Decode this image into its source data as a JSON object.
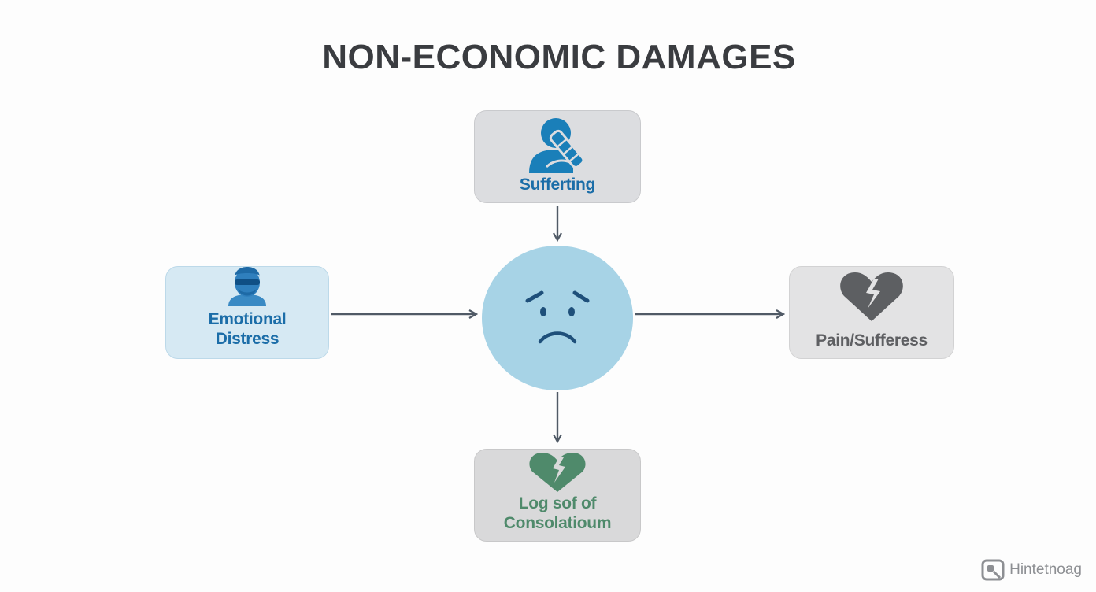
{
  "title": "NON-ECONOMIC DAMAGES",
  "nodes": {
    "top": {
      "label": "Sufferting",
      "icon": "person-with-bandaged-arm-icon"
    },
    "left": {
      "label_line1": "Emotional",
      "label_line2": "Distress",
      "icon": "masked-person-icon"
    },
    "center": {
      "icon": "sad-face-icon"
    },
    "right": {
      "label": "Pain/Sufferess",
      "icon": "broken-heart-icon"
    },
    "bottom": {
      "label_line1": "Log sof of",
      "label_line2": "Consolatioum",
      "icon": "broken-heart-icon"
    }
  },
  "edges": [
    {
      "from": "top",
      "to": "center"
    },
    {
      "from": "left",
      "to": "center"
    },
    {
      "from": "center",
      "to": "right"
    },
    {
      "from": "center",
      "to": "bottom"
    }
  ],
  "colors": {
    "title": "#3a3c40",
    "arrow": "#505a66",
    "hub": "#a7d3e6",
    "blue_text": "#1b6da8",
    "gray_text": "#5e5f62",
    "green_text": "#4f8a6b"
  },
  "watermark": {
    "text": "Hintetnoag",
    "icon": "logo-icon"
  }
}
